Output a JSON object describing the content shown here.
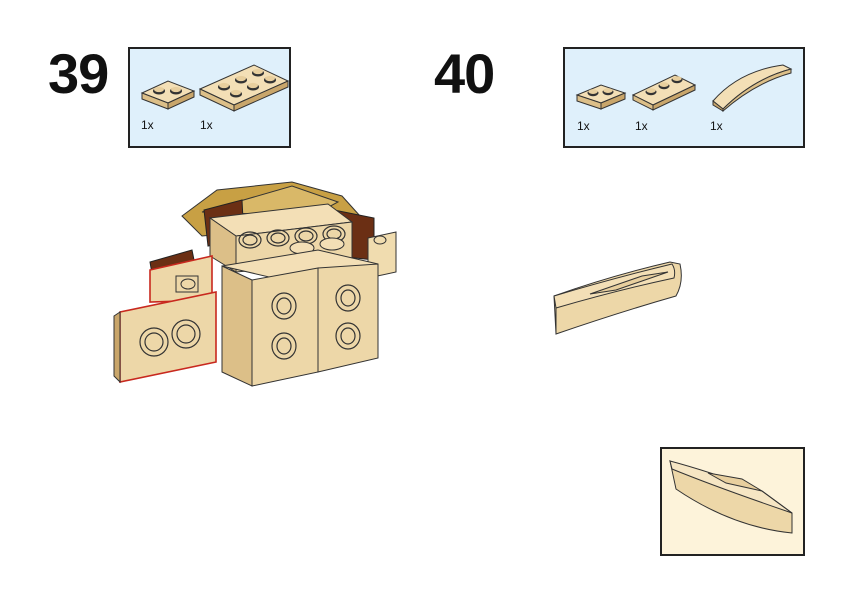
{
  "steps": [
    {
      "number": "39",
      "parts": [
        {
          "icon": "tan-plate-1x2",
          "qty": "1x"
        },
        {
          "icon": "tan-plate-2x3",
          "qty": "1x"
        }
      ]
    },
    {
      "number": "40",
      "parts": [
        {
          "icon": "tan-plate-1x2",
          "qty": "1x"
        },
        {
          "icon": "tan-plate-1x3",
          "qty": "1x"
        },
        {
          "icon": "tan-curved-slope-1x4",
          "qty": "1x"
        }
      ]
    }
  ],
  "colors": {
    "parts_panel_bg": "#dff0fb",
    "callout_bg": "#fdf3da",
    "tan": "#e8cf9e",
    "tan_dark": "#c9a66b",
    "dark_tan": "#b88c2e",
    "reddish_brown": "#6b2f14",
    "highlight_red": "#c8281e"
  }
}
